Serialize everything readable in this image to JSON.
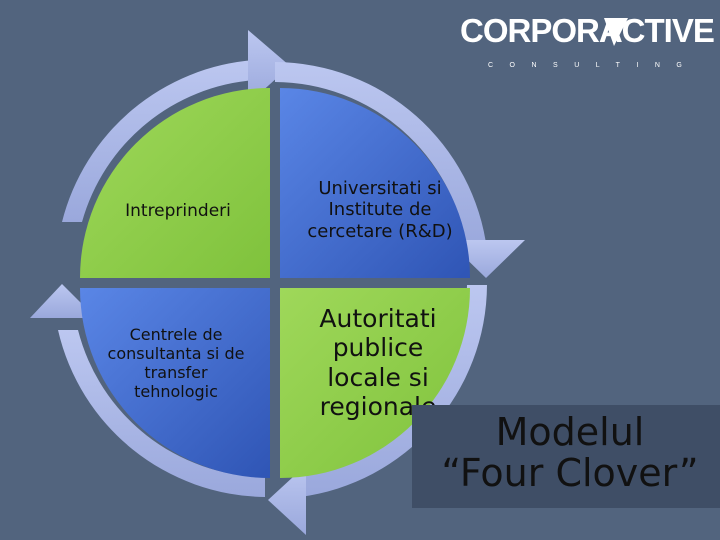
{
  "logo": {
    "word": "CORPORACTIVE",
    "subtitle": "CONSULTING"
  },
  "quadrants": {
    "top_left": {
      "label": "Intreprinderi",
      "color": "#8fce4a"
    },
    "top_right": {
      "label": "Universitati si Institute de cercetare (R&D)",
      "color": "#3f6bd1"
    },
    "bottom_left": {
      "label": "Centrele de consultanta si de transfer tehnologic",
      "color": "#3f6bd1"
    },
    "bottom_right": {
      "label": "Autoritati publice locale si regionale",
      "color": "#8fce4a"
    }
  },
  "title": {
    "line1": "Modelul",
    "line2": "“Four Clover”"
  },
  "colors": {
    "background": "#52647e",
    "ring": "#a9b6e6",
    "title_box": "#3f4e66"
  }
}
